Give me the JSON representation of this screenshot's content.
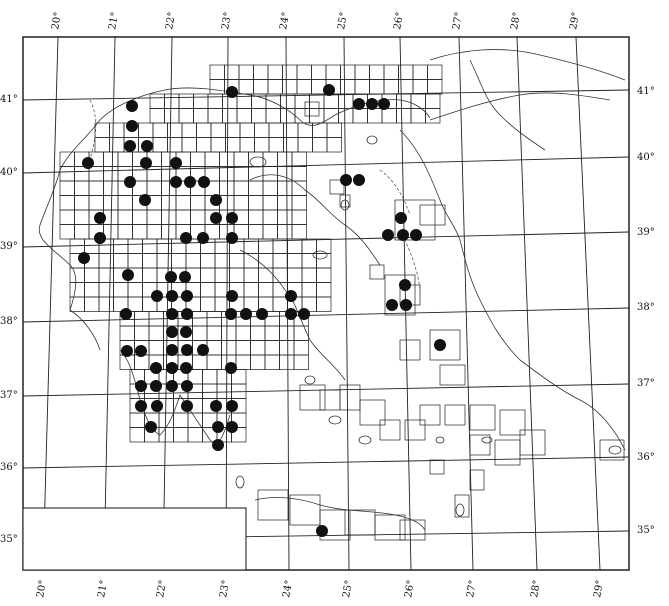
{
  "map": {
    "lon_labels_top": [
      "20°",
      "21°",
      "22°",
      "23°",
      "24°",
      "25°",
      "26°",
      "27°",
      "28°",
      "29°"
    ],
    "lon_labels_bottom": [
      "20°",
      "21°",
      "22°",
      "23°",
      "24°",
      "25°",
      "26°",
      "27°",
      "28°",
      "29°"
    ],
    "lat_labels_left": [
      "41°",
      "40°",
      "39°",
      "38°",
      "37°",
      "36°",
      "35°"
    ],
    "lat_labels_right": [
      "41°",
      "40°",
      "39°",
      "38°",
      "37°",
      "36°",
      "35°"
    ],
    "line_color": "#222222",
    "dot_color": "#111111"
  }
}
